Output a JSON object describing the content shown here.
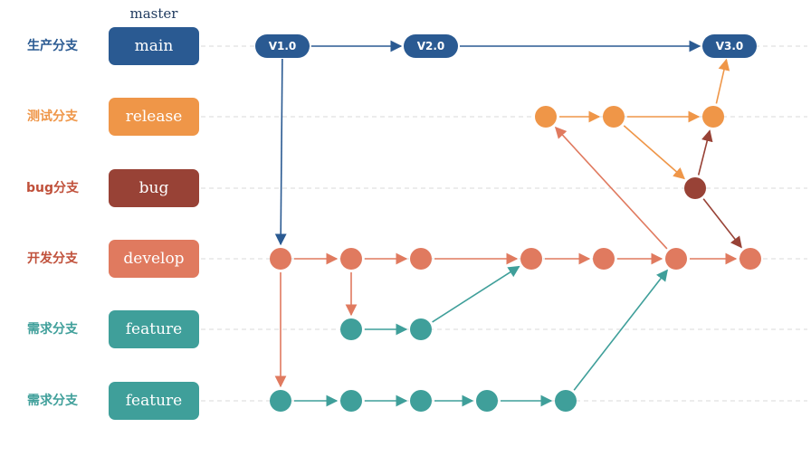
{
  "colors": {
    "main": "#2a5a92",
    "release": "#ef9648",
    "bug": "#984236",
    "develop": "#e07a5f",
    "feature": "#3f9f9a",
    "guide": "#d9d9d9"
  },
  "master_label": "master",
  "rows": [
    {
      "id": "main",
      "label": "生产分支",
      "box": "main",
      "color_key": "main"
    },
    {
      "id": "release",
      "label": "测试分支",
      "box": "release",
      "color_key": "release"
    },
    {
      "id": "bug",
      "label": "bug分支",
      "box": "bug",
      "color_key": "bug"
    },
    {
      "id": "develop",
      "label": "开发分支",
      "box": "develop",
      "color_key": "develop"
    },
    {
      "id": "feature1",
      "label": "需求分支",
      "box": "feature",
      "color_key": "feature"
    },
    {
      "id": "feature2",
      "label": "需求分支",
      "box": "feature",
      "color_key": "feature"
    }
  ],
  "versions": [
    "V1.0",
    "V2.0",
    "V3.0"
  ]
}
